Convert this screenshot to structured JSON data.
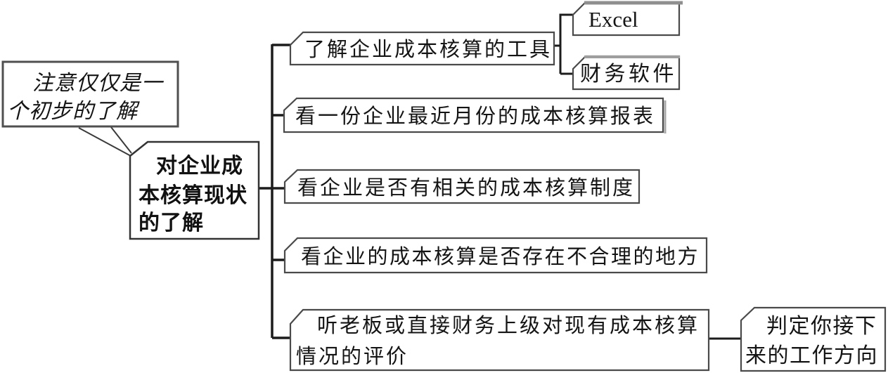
{
  "diagram": {
    "type": "mind-map",
    "background": "#ffffff",
    "line_color": "#1c1c1c",
    "border_color": "#4a4a4a",
    "text_color": "#141414",
    "shadow_color": "#8f8f8f",
    "note": {
      "label": "注意仅仅是一个初步的了解",
      "lines": [
        "注意仅仅是一",
        "个初步的了解"
      ]
    },
    "root": {
      "label": "对企业成本核算现状的了解",
      "lines": [
        "对企业成",
        "本核算现状",
        "的了解"
      ]
    },
    "branches": [
      {
        "label": "了解企业成本核算的工具",
        "children": [
          {
            "label": "Excel"
          },
          {
            "label": "财务软件"
          }
        ]
      },
      {
        "label": "看一份企业最近月份的成本核算报表"
      },
      {
        "label": "看企业是否有相关的成本核算制度"
      },
      {
        "label": "看企业的成本核算是否存在不合理的地方"
      },
      {
        "label": "听老板或直接财务上级对现有成本核算情况的评价",
        "lines": [
          "听老板或直接财务上级对现有成本核算",
          "情况的评价"
        ]
      }
    ],
    "outcome": {
      "label": "判定你接下来的工作方向",
      "lines": [
        "判定你接下",
        "来的工作方向"
      ]
    }
  }
}
